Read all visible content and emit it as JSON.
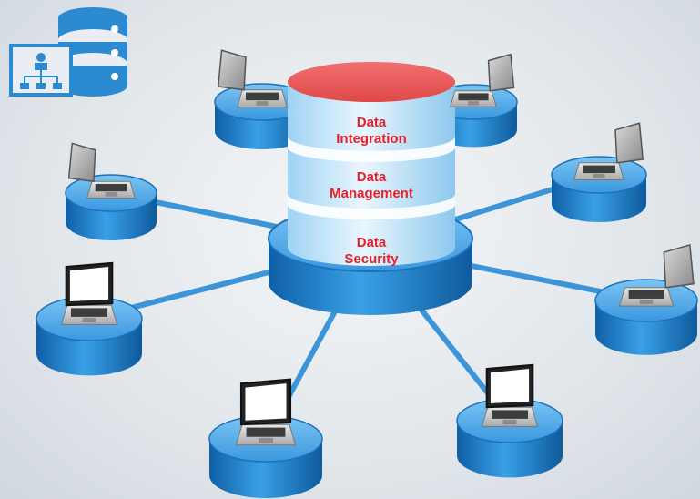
{
  "icon": "database-org-chart-icon",
  "colors": {
    "accent_red": "#e8202a",
    "hub_blue": "#2e8fd6",
    "link_blue": "#3c95d8",
    "cylinder_top": "#ec5a5a",
    "icon_blue": "#2b8ad0"
  },
  "layers": [
    {
      "name": "integration",
      "line1": "Data",
      "line2": "Integration"
    },
    {
      "name": "management",
      "line1": "Data",
      "line2": "Management"
    },
    {
      "name": "security",
      "line1": "Data",
      "line2": "Security"
    }
  ],
  "clients": [
    {
      "id": "top-left",
      "screen": "open"
    },
    {
      "id": "top-right",
      "screen": "open"
    },
    {
      "id": "left-upper",
      "screen": "open"
    },
    {
      "id": "left-lower",
      "screen": "lit"
    },
    {
      "id": "bottom-center-left",
      "screen": "lit"
    },
    {
      "id": "bottom-center-right",
      "screen": "lit"
    },
    {
      "id": "right-upper",
      "screen": "open"
    },
    {
      "id": "right-lower",
      "screen": "open"
    }
  ]
}
